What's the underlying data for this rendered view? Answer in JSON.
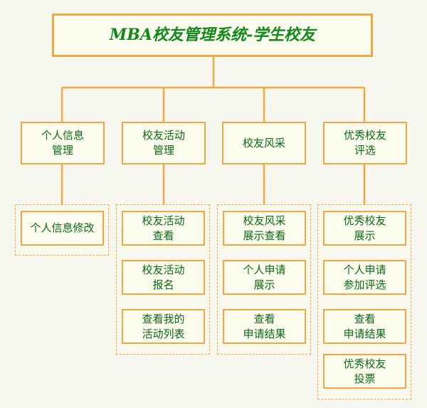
{
  "title": "MBA校友管理系统-学生校友",
  "colors": {
    "line": "#f4a640",
    "text": "#0b6a12",
    "background": "#f6f8ef",
    "box_fill": "#fbfbee"
  },
  "modules": [
    {
      "label": "个人信息\n管理",
      "children": [
        "个人信息修改"
      ]
    },
    {
      "label": "校友活动\n管理",
      "children": [
        "校友活动\n查看",
        "校友活动\n报名",
        "查看我的\n活动列表"
      ]
    },
    {
      "label": "校友风采",
      "children": [
        "校友风采\n展示查看",
        "个人申请\n展示",
        "查看\n申请结果"
      ]
    },
    {
      "label": "优秀校友\n评选",
      "children": [
        "优秀校友\n展示",
        "个人申请\n参加评选",
        "查看\n申请结果",
        "优秀校友\n投票"
      ]
    }
  ]
}
